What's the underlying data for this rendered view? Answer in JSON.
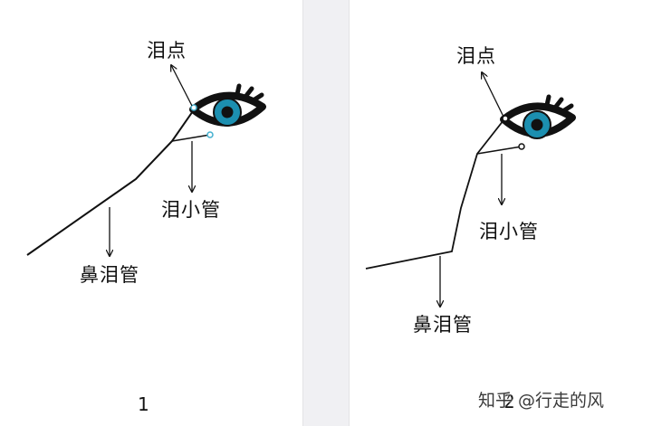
{
  "left_panel": {
    "labels": {
      "punctum": "泪点",
      "canaliculus": "泪小管",
      "nasolacrimal_duct": "鼻泪管"
    },
    "page_number": "1"
  },
  "right_panel": {
    "labels": {
      "punctum": "泪点",
      "canaliculus": "泪小管",
      "nasolacrimal_duct": "鼻泪管"
    },
    "page_number": "2"
  },
  "watermark": "知乎 @行走的风",
  "colors": {
    "iris": "#1c8fb0",
    "pupil": "#111111",
    "outline": "#111111",
    "gutter": "#f0f0f3",
    "punctum_dot_left": "#43b0cf"
  }
}
